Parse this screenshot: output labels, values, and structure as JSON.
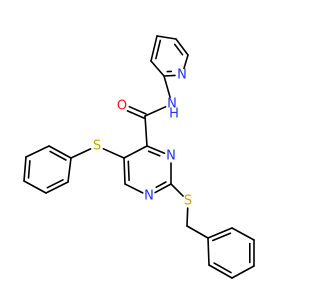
{
  "molecule": {
    "colors": {
      "bond": "#000000",
      "carbon": "#000000",
      "nitrogen": "#2233ff",
      "oxygen": "#ff0d0d",
      "sulfur": "#c8a800"
    },
    "atoms": [
      {
        "id": "N_pyr",
        "label": "N",
        "element": "N"
      },
      {
        "id": "N_amide",
        "label": "N",
        "element": "N"
      },
      {
        "id": "H_amide",
        "label": "H",
        "element": "N"
      },
      {
        "id": "O_carbonyl",
        "label": "O",
        "element": "O"
      },
      {
        "id": "S_phenyl",
        "label": "S",
        "element": "S"
      },
      {
        "id": "N3",
        "label": "N",
        "element": "N"
      },
      {
        "id": "N1",
        "label": "N",
        "element": "N"
      },
      {
        "id": "S_benzyl",
        "label": "S",
        "element": "S"
      }
    ]
  }
}
